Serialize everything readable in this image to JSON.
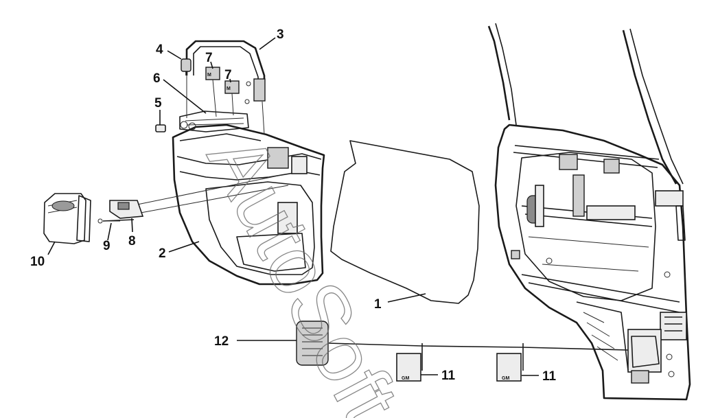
{
  "watermark": "AutoSoft",
  "parts": [
    {
      "id": "part-1",
      "number": "1"
    },
    {
      "id": "part-2",
      "number": "2"
    },
    {
      "id": "part-3",
      "number": "3"
    },
    {
      "id": "part-4",
      "number": "4"
    },
    {
      "id": "part-5",
      "number": "5"
    },
    {
      "id": "part-6",
      "number": "6"
    },
    {
      "id": "part-7a",
      "number": "7"
    },
    {
      "id": "part-7b",
      "number": "7"
    },
    {
      "id": "part-8",
      "number": "8"
    },
    {
      "id": "part-9",
      "number": "9"
    },
    {
      "id": "part-10",
      "number": "10"
    },
    {
      "id": "part-11a",
      "number": "11"
    },
    {
      "id": "part-11b",
      "number": "11"
    },
    {
      "id": "part-12",
      "number": "12"
    }
  ],
  "clip_tags": [
    "GM",
    "GM"
  ]
}
